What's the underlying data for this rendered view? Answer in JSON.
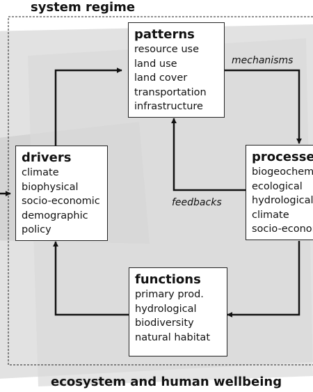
{
  "diagram": {
    "top_title": "system regime",
    "bottom_title": "ecosystem and human wellbeing",
    "colors": {
      "shade": "#dcdcdc",
      "shade_dark": "#c9c9c9",
      "stroke": "#111111"
    },
    "boxes": {
      "patterns": {
        "title": "patterns",
        "items": [
          "resource use",
          "land use",
          "land cover",
          "transportation",
          "infrastructure"
        ]
      },
      "drivers": {
        "title": "drivers",
        "items": [
          "climate",
          "biophysical",
          "socio-economic",
          "demographic",
          "policy"
        ]
      },
      "processes": {
        "title": "processes",
        "items": [
          "biogeochemical",
          "ecological",
          "hydrological",
          "climate",
          "socio-economic"
        ]
      },
      "functions": {
        "title": "functions",
        "items": [
          "primary prod.",
          "hydrological",
          "biodiversity",
          "natural habitat"
        ]
      }
    },
    "arrow_labels": {
      "mechanisms": "mechanisms",
      "feedbacks": "feedbacks"
    }
  }
}
